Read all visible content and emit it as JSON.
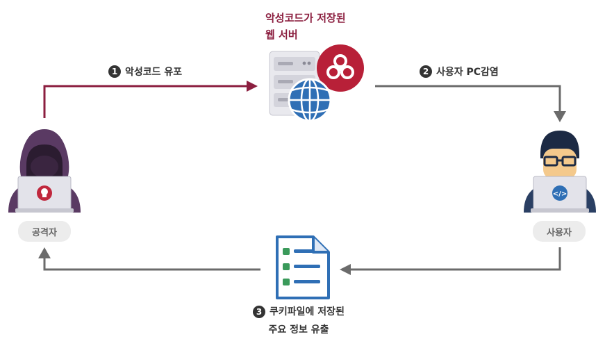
{
  "server": {
    "title_line1": "악성코드가 저장된",
    "title_line2": "웹 서버"
  },
  "step1": {
    "number": "1",
    "text": "악성코드 유포"
  },
  "step2": {
    "number": "2",
    "text": "사용자 PC감염"
  },
  "step3": {
    "number": "3",
    "text_line1": "쿠키파일에 저장된",
    "text_line2": "주요 정보 유출"
  },
  "attacker": {
    "label": "공격자"
  },
  "user": {
    "label": "사용자"
  },
  "colors": {
    "accent": "#8b1e3f",
    "gray_arrow": "#6b6b6b",
    "blue": "#2f6fb5",
    "navy": "#2a3f63"
  }
}
